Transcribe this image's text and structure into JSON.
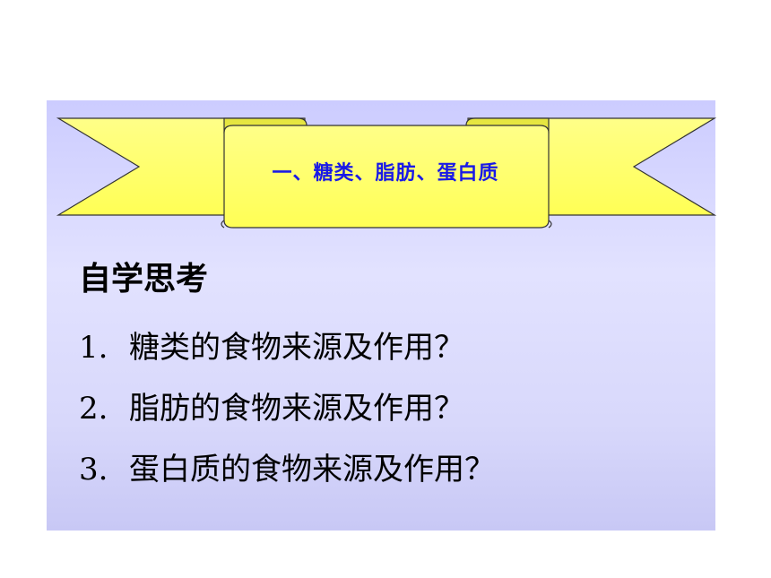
{
  "banner": {
    "title": "一、糖类、脂肪、蛋白质",
    "fill_color": "#ffff66",
    "text_color": "#1a1ae6"
  },
  "content": {
    "heading": "自学思考",
    "questions": [
      {
        "number": "1.",
        "text": "糖类的食物来源及作用？"
      },
      {
        "number": "2.",
        "text": "脂肪的食物来源及作用？"
      },
      {
        "number": "3.",
        "text": "蛋白质的食物来源及作用？"
      }
    ]
  },
  "colors": {
    "panel_background": "#d8d8ff",
    "page_background": "#ffffff"
  }
}
